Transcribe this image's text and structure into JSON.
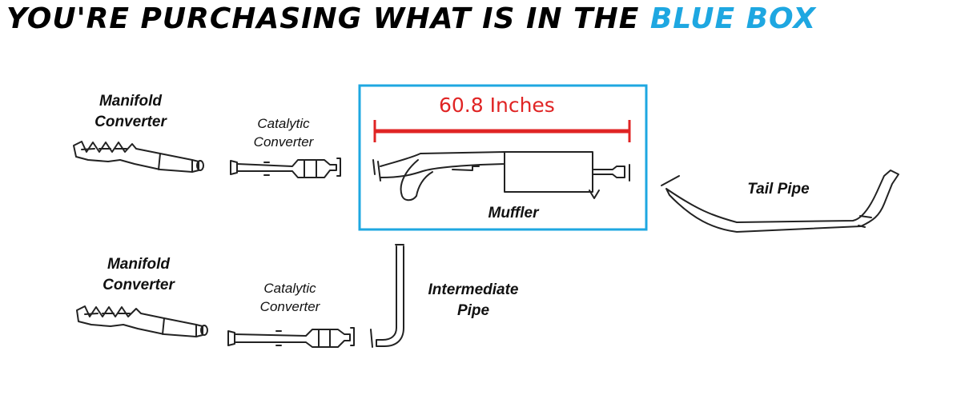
{
  "headline": {
    "prefix": "YOU'RE PURCHASING WHAT IS IN THE ",
    "highlight": "BLUE BOX"
  },
  "colors": {
    "highlight": "#1ea7e1",
    "measure_line": "#e02424",
    "parts_outline": "#222222"
  },
  "labels": {
    "manifold_top_1": "Manifold",
    "manifold_top_2": "Converter",
    "catalytic_top_1": "Catalytic",
    "catalytic_top_2": "Converter",
    "measurement": "60.8 Inches",
    "muffler": "Muffler",
    "tail_pipe": "Tail Pipe",
    "manifold_bottom_1": "Manifold",
    "manifold_bottom_2": "Converter",
    "catalytic_bottom_1": "Catalytic",
    "catalytic_bottom_2": "Converter",
    "intermediate_1": "Intermediate",
    "intermediate_2": "Pipe"
  }
}
